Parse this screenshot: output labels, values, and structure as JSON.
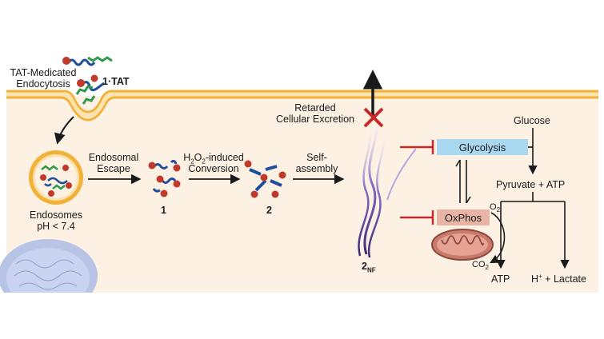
{
  "labels": {
    "tat_endocytosis_line1": "TAT-Medicated",
    "tat_endocytosis_line2": "Endocytosis",
    "compound_1tat": "1·TAT",
    "endosomes_line1": "Endosomes",
    "endosomes_line2": "pH < 7.4",
    "endosomal_escape_line1": "Endosomal",
    "endosomal_escape_line2": "Escape",
    "compound_1": "1",
    "h2o2_prefix": "H",
    "h2o2_sub1": "2",
    "h2o2_mid": "O",
    "h2o2_sub2": "2",
    "h2o2_suffix": "-induced",
    "conversion": "Conversion",
    "compound_2": "2",
    "self_assembly_line1": "Self-",
    "self_assembly_line2": "assembly",
    "retarded_line1": "Retarded",
    "retarded_line2": "Cellular Excretion",
    "nanofiber_main": "2",
    "nanofiber_sub": "NF",
    "glycolysis": "Glycolysis",
    "oxphos": "OxPhos",
    "o2_main": "O",
    "o2_sub": "2",
    "co2_main": "CO",
    "co2_sub": "2",
    "glucose": "Glucose",
    "pyruvate_atp": "Pyruvate + ATP",
    "atp": "ATP",
    "h_plus": "H",
    "h_plus_sup": "+",
    "lactate": " + Lactate"
  },
  "colors": {
    "cytoplasm": "#fdf1e4",
    "membrane": "#f2b23a",
    "inhibitor": "#c62828",
    "glycolysis_box": "#a9d8f0",
    "oxphos_box": "#e8b4a6",
    "peptide_blue": "#1f4e9c",
    "peptide_green": "#2e9a4a",
    "bead_red": "#c0392b",
    "fiber_purple": "#6b4aa0"
  }
}
